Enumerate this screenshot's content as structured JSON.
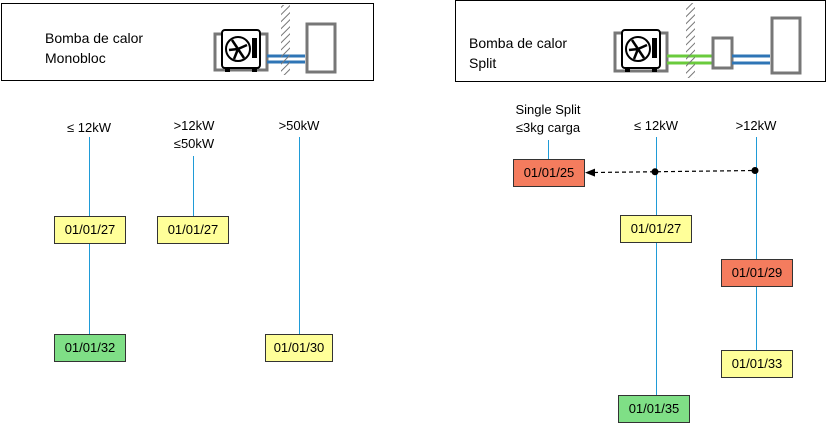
{
  "monobloc": {
    "title_line1": "Bomba de calor",
    "title_line2": "Monobloc",
    "columns": [
      {
        "label_lines": [
          "≤ 12kW"
        ],
        "dates": [
          {
            "text": "01/01/27",
            "color": "yellow"
          },
          {
            "text": "01/01/32",
            "color": "green"
          }
        ]
      },
      {
        "label_lines": [
          ">12kW",
          "≤50kW"
        ],
        "dates": [
          {
            "text": "01/01/27",
            "color": "yellow"
          }
        ]
      },
      {
        "label_lines": [
          ">50kW"
        ],
        "dates": [
          {
            "text": "01/01/30",
            "color": "yellow"
          }
        ]
      }
    ]
  },
  "split": {
    "title_line1": "Bomba de calor",
    "title_line2": "Split",
    "columns": [
      {
        "label_lines": [
          "Single Split",
          "≤3kg carga"
        ],
        "dates": [
          {
            "text": "01/01/25",
            "color": "red"
          }
        ]
      },
      {
        "label_lines": [
          "≤ 12kW"
        ],
        "dates": [
          {
            "text": "01/01/27",
            "color": "yellow"
          },
          {
            "text": "01/01/35",
            "color": "green"
          }
        ]
      },
      {
        "label_lines": [
          ">12kW"
        ],
        "dates": [
          {
            "text": "01/01/29",
            "color": "red"
          },
          {
            "text": "01/01/33",
            "color": "yellow"
          }
        ]
      }
    ]
  },
  "colors": {
    "yellow": "#ffff99",
    "green": "#7fdf86",
    "red": "#f47c5e",
    "line": "#1f9bd7",
    "pipe_blue": "#2e75b6",
    "pipe_green": "#6acb3c"
  },
  "icons": [
    "heat-pump-outdoor-unit-icon",
    "wall-hatch-icon",
    "indoor-unit-icon",
    "pipe-icon"
  ]
}
